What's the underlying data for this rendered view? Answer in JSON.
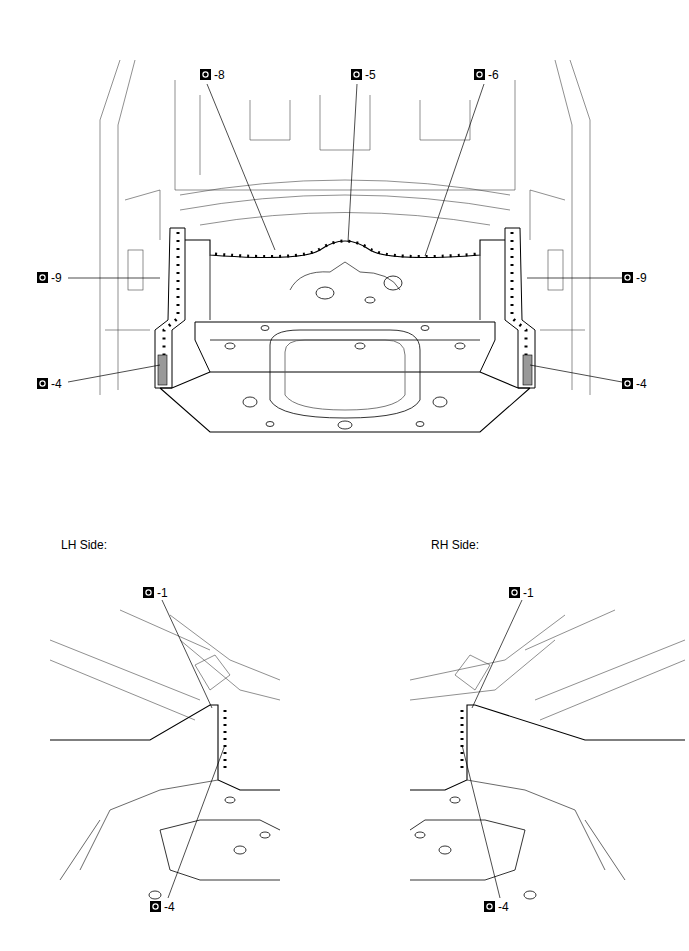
{
  "diagram": {
    "labels": [
      "-8",
      "-5",
      "-6",
      "-9",
      "-9",
      "-4",
      "-4",
      "LH Side:",
      "RH Side:",
      "-1",
      "-4",
      "-1",
      "-4"
    ]
  }
}
